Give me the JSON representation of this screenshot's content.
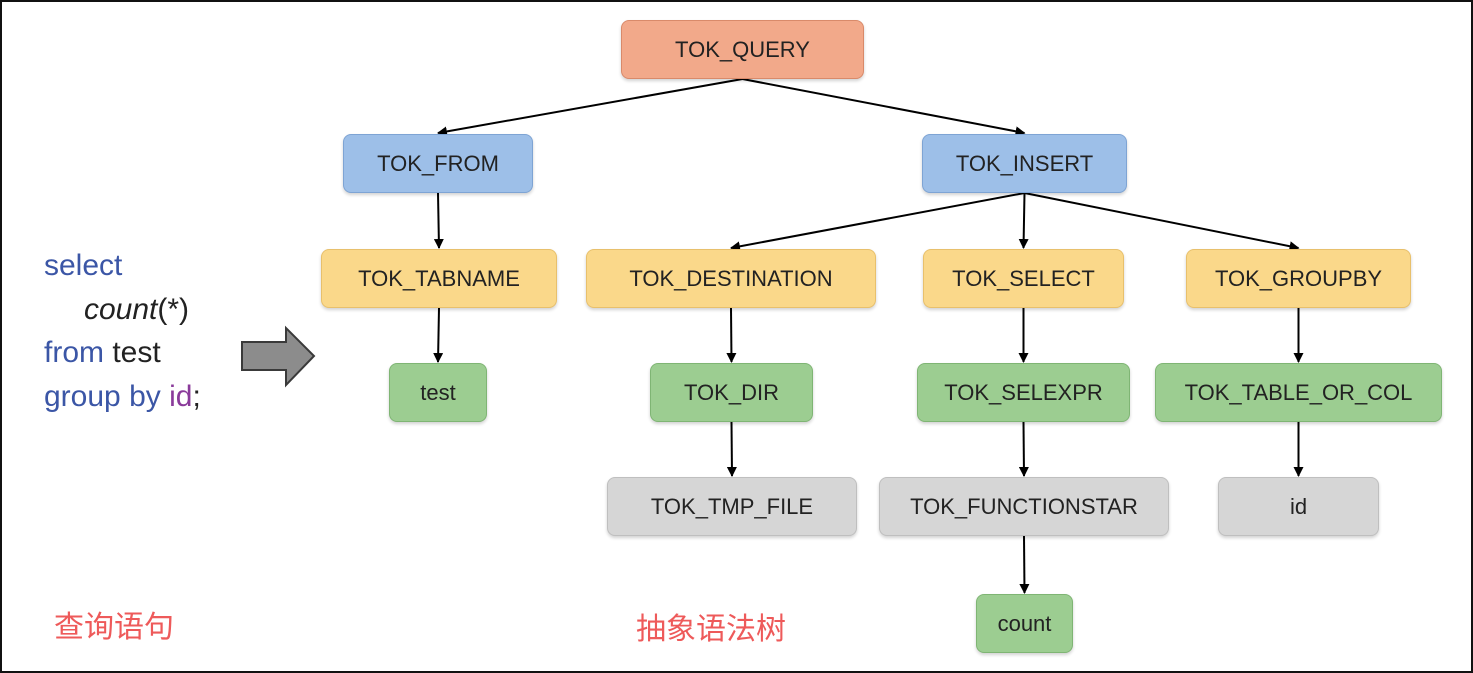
{
  "sql": {
    "line1": "select",
    "line2_fn": "count",
    "line2_args": "(*)",
    "line3_kw": "from",
    "line3_table": "test",
    "line4_kw": "group by",
    "line4_col": "id",
    "line4_end": ";"
  },
  "captions": {
    "query": "查询语句",
    "ast": "抽象语法树"
  },
  "tree": {
    "root": "TOK_QUERY",
    "from": "TOK_FROM",
    "insert": "TOK_INSERT",
    "tabname": "TOK_TABNAME",
    "destination": "TOK_DESTINATION",
    "select": "TOK_SELECT",
    "groupby": "TOK_GROUPBY",
    "test": "test",
    "dir": "TOK_DIR",
    "selexpr": "TOK_SELEXPR",
    "table_or_col": "TOK_TABLE_OR_COL",
    "tmp_file": "TOK_TMP_FILE",
    "functionstar": "TOK_FUNCTIONSTAR",
    "id": "id",
    "count": "count"
  },
  "edges": [
    [
      "root",
      "from"
    ],
    [
      "root",
      "insert"
    ],
    [
      "from",
      "tabname"
    ],
    [
      "tabname",
      "test"
    ],
    [
      "insert",
      "destination"
    ],
    [
      "insert",
      "select"
    ],
    [
      "insert",
      "groupby"
    ],
    [
      "destination",
      "dir"
    ],
    [
      "dir",
      "tmp_file"
    ],
    [
      "select",
      "selexpr"
    ],
    [
      "selexpr",
      "functionstar"
    ],
    [
      "functionstar",
      "count"
    ],
    [
      "groupby",
      "table_or_col"
    ],
    [
      "table_or_col",
      "id"
    ]
  ],
  "colors": {
    "root": "#f2a98a",
    "level1": "#9dbfe8",
    "level2": "#fad88a",
    "level3": "#9ccd91",
    "leaf": "#d6d6d6",
    "sql_keyword": "#3b56a6",
    "sql_identifier": "#8a3a9a",
    "caption": "#ee5a5a"
  }
}
